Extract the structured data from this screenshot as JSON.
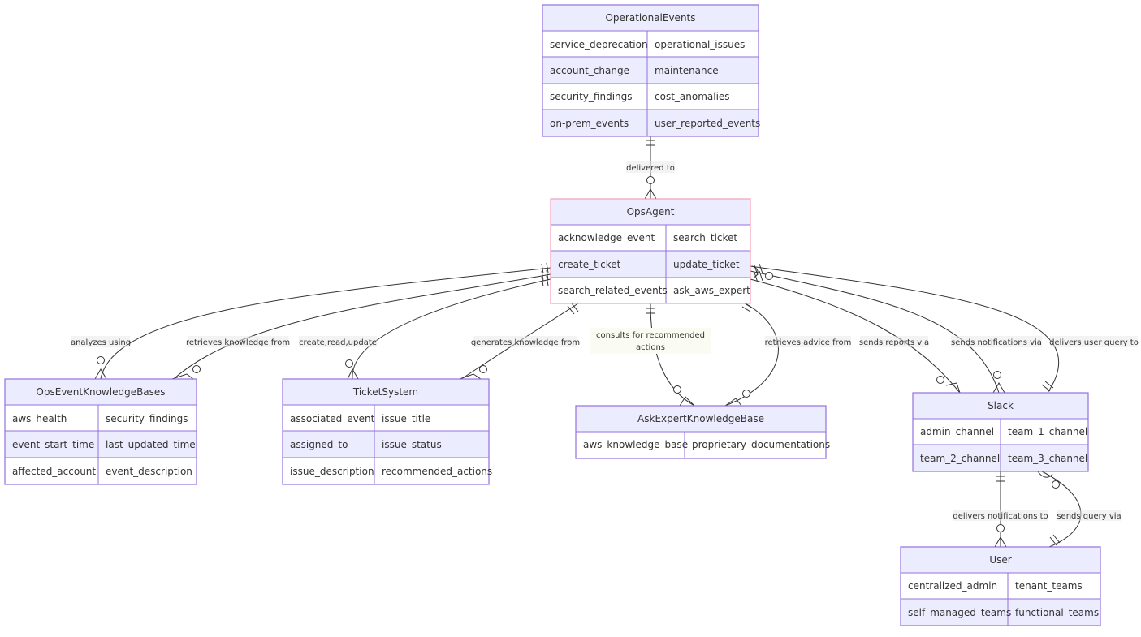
{
  "entities": {
    "OperationalEvents": {
      "title": "OperationalEvents",
      "rows": [
        [
          "service_deprecation",
          "operational_issues"
        ],
        [
          "account_change",
          "maintenance"
        ],
        [
          "security_findings",
          "cost_anomalies"
        ],
        [
          "on-prem_events",
          "user_reported_events"
        ]
      ]
    },
    "OpsAgent": {
      "title": "OpsAgent",
      "rows": [
        [
          "acknowledge_event",
          "search_ticket"
        ],
        [
          "create_ticket",
          "update_ticket"
        ],
        [
          "search_related_events",
          "ask_aws_expert"
        ]
      ]
    },
    "OpsEventKnowledgeBases": {
      "title": "OpsEventKnowledgeBases",
      "rows": [
        [
          "aws_health",
          "security_findings"
        ],
        [
          "event_start_time",
          "last_updated_time"
        ],
        [
          "affected_account",
          "event_description"
        ]
      ]
    },
    "TicketSystem": {
      "title": "TicketSystem",
      "rows": [
        [
          "associated_event",
          "issue_title"
        ],
        [
          "assigned_to",
          "issue_status"
        ],
        [
          "issue_description",
          "recommended_actions"
        ]
      ]
    },
    "AskExpertKnowledgeBase": {
      "title": "AskExpertKnowledgeBase",
      "rows": [
        [
          "aws_knowledge_base",
          "proprietary_documentations"
        ]
      ]
    },
    "Slack": {
      "title": "Slack",
      "rows": [
        [
          "admin_channel",
          "team_1_channel"
        ],
        [
          "team_2_channel",
          "team_3_channel"
        ]
      ]
    },
    "User": {
      "title": "User",
      "rows": [
        [
          "centralized_admin",
          "tenant_teams"
        ],
        [
          "self_managed_teams",
          "functional_teams"
        ]
      ]
    }
  },
  "relationships": [
    {
      "id": "delivered",
      "label": "delivered to"
    },
    {
      "id": "analyzes",
      "label": "analyzes using"
    },
    {
      "id": "retrieves_kb",
      "label": "retrieves knowledge from"
    },
    {
      "id": "crud",
      "label": "create,read,update"
    },
    {
      "id": "generates",
      "label": "generates knowledge from"
    },
    {
      "id": "consults",
      "label": "consults for recommended actions",
      "lines": [
        "consults for recommended",
        "actions"
      ]
    },
    {
      "id": "advice",
      "label": "retrieves advice from"
    },
    {
      "id": "reports",
      "label": "sends reports via"
    },
    {
      "id": "notifications",
      "label": "sends notifications via"
    },
    {
      "id": "query",
      "label": "delivers user query to"
    },
    {
      "id": "deliv_notif",
      "label": "delivers notifications to"
    },
    {
      "id": "sends_query",
      "label": "sends query via"
    }
  ],
  "colors": {
    "entity_border": "#9370DB",
    "agent_border": "#F4A0B4",
    "title_fill": "#ECECFF",
    "row_odd": "#ffffff",
    "row_even": "#ECECFF",
    "label_bg": "#E8E8E8",
    "consults_label_bg": "#FAFCF2",
    "line": "#333333"
  }
}
